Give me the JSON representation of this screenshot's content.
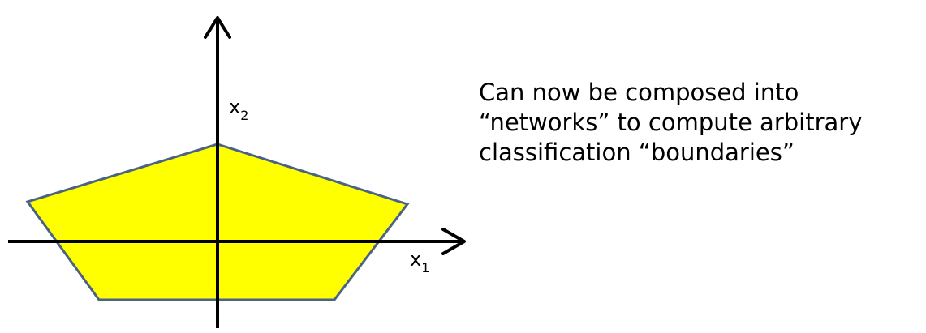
{
  "diagram": {
    "x_axis_label": "x",
    "x_axis_subscript": "1",
    "y_axis_label": "x",
    "y_axis_subscript": "2",
    "region_fill": "#ffff00",
    "region_stroke": "#4a6283",
    "axis_color": "#000000"
  },
  "caption": {
    "lines": [
      "Can now be composed into",
      "“networks” to compute arbitrary",
      "classification “boundaries”"
    ]
  }
}
